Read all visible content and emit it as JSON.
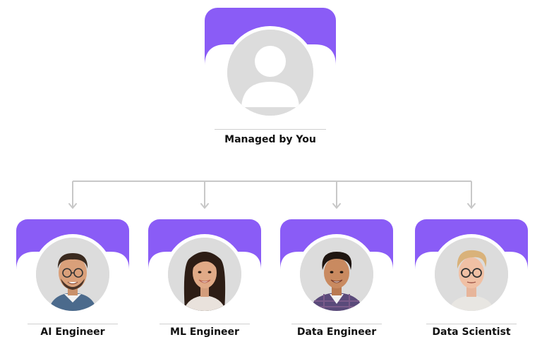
{
  "manager": {
    "label": "Managed by You",
    "avatar_icon": "person-placeholder-icon"
  },
  "reports": [
    {
      "label": "AI Engineer"
    },
    {
      "label": "ML Engineer"
    },
    {
      "label": "Data Engineer"
    },
    {
      "label": "Data Scientist"
    }
  ],
  "colors": {
    "accent": "#8A5CF6",
    "card_bg": "#FFFFFF",
    "connector": "#C8C8C8",
    "avatar_placeholder": "#D9D9D9"
  }
}
